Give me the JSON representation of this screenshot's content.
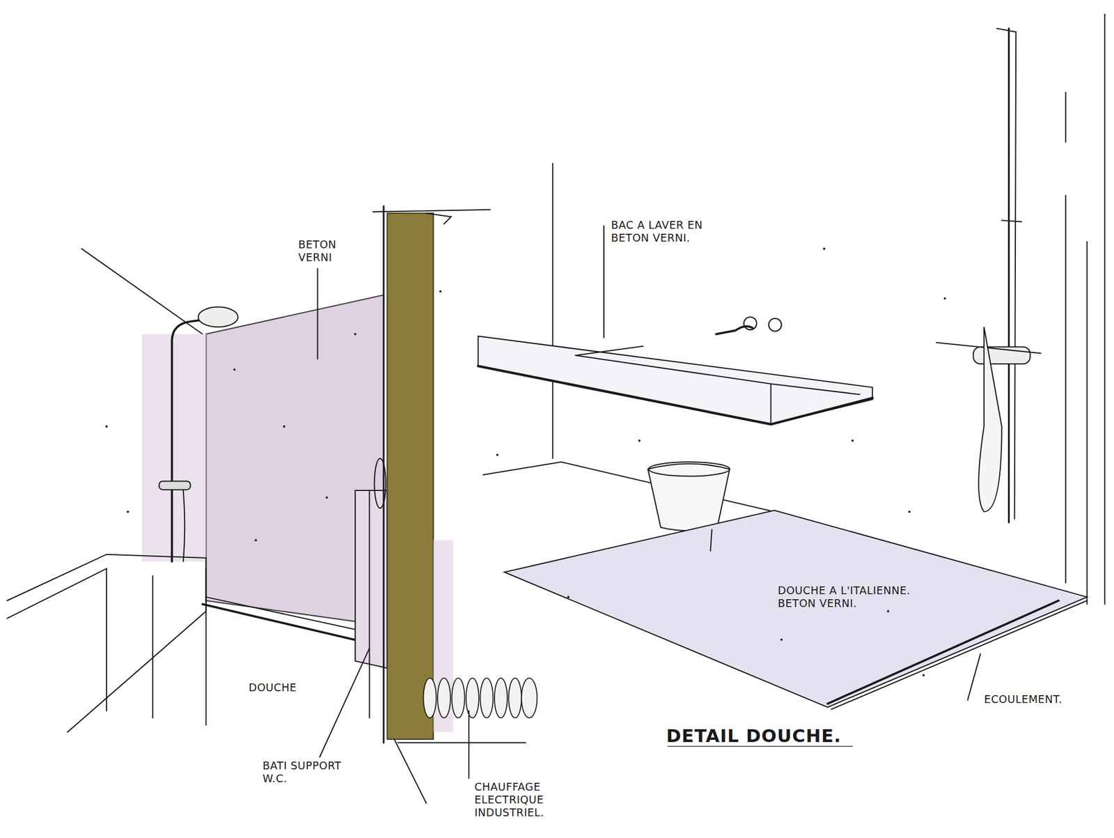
{
  "diagram": {
    "title": "DETAIL DOUCHE.",
    "labels": [
      "BETON VERNI",
      "BAC A LAVER EN BETON VERNI.",
      "DOUCHE A L'ITALIENNE. BETON VERNI.",
      "ECOULEMENT.",
      "DOUCHE",
      "BATI SUPPORT W.C.",
      "CHAUFFAGE ELECTRIQUE INDUSTRIEL."
    ]
  }
}
